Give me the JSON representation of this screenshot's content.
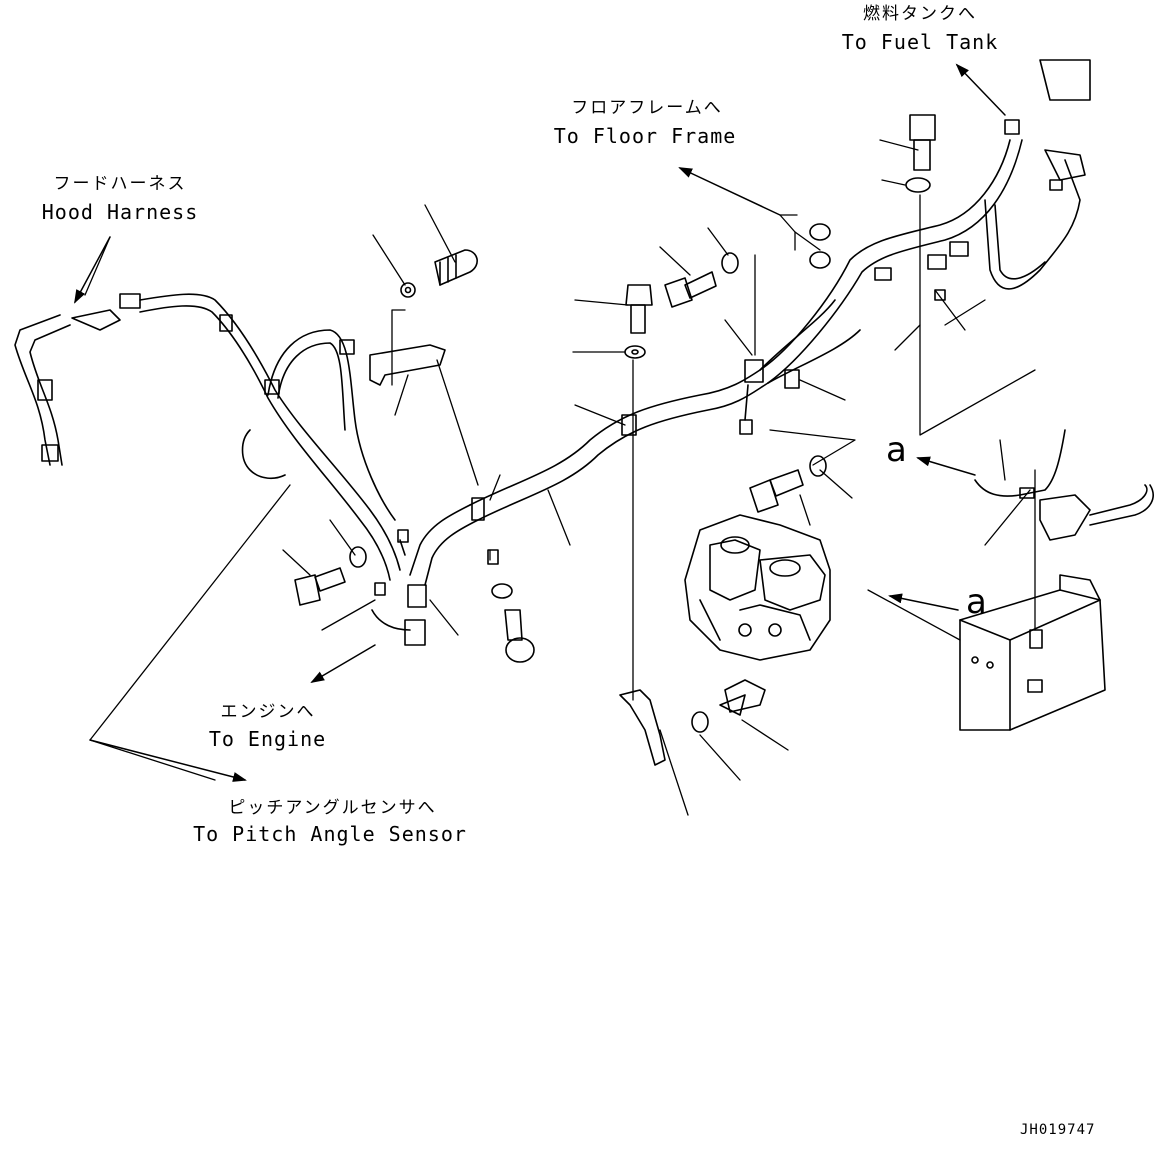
{
  "labels": {
    "fuel_tank_jp": "燃料タンクへ",
    "fuel_tank_en": "To Fuel Tank",
    "floor_frame_jp": "フロアフレームへ",
    "floor_frame_en": "To Floor Frame",
    "hood_harness_jp": "フードハーネス",
    "hood_harness_en": "Hood Harness",
    "engine_jp": "エンジンへ",
    "engine_en": "To Engine",
    "pitch_sensor_jp": "ピッチアングルセンサへ",
    "pitch_sensor_en": "To Pitch Angle Sensor"
  },
  "callouts": {
    "detail_a_1": "a",
    "detail_a_2": "a"
  },
  "document_id": "JH019747"
}
